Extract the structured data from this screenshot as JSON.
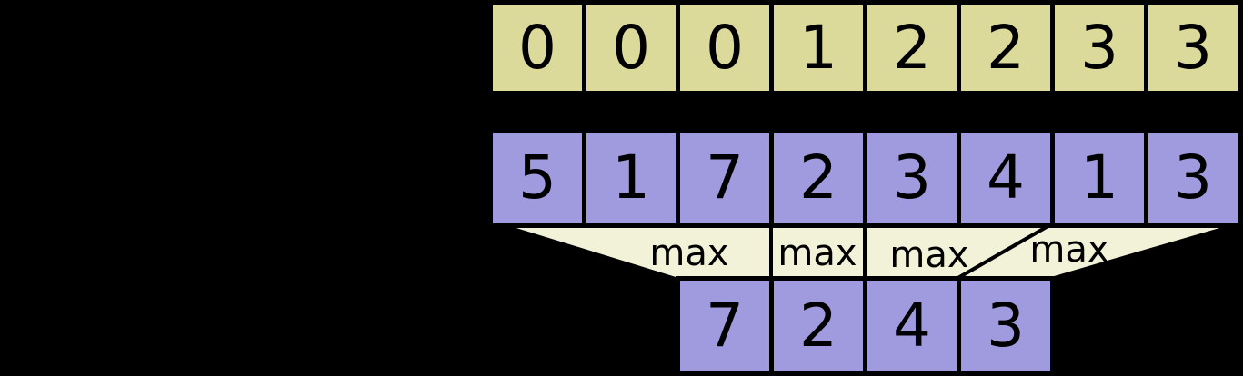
{
  "colors": {
    "background": "#000000",
    "line": "#000000",
    "segment_fill": "#dcda9a",
    "data_fill": "#a09ade",
    "funnel_fill": "#f2f2d8",
    "text": "#000000"
  },
  "rows": {
    "segment_ids": {
      "values": [
        "0",
        "0",
        "0",
        "1",
        "2",
        "2",
        "3",
        "3"
      ]
    },
    "data": {
      "values": [
        "5",
        "1",
        "7",
        "2",
        "3",
        "4",
        "1",
        "3"
      ]
    },
    "output": {
      "values": [
        "7",
        "2",
        "4",
        "3"
      ]
    }
  },
  "funnels": {
    "labels": [
      "max",
      "max",
      "max",
      "max"
    ]
  }
}
